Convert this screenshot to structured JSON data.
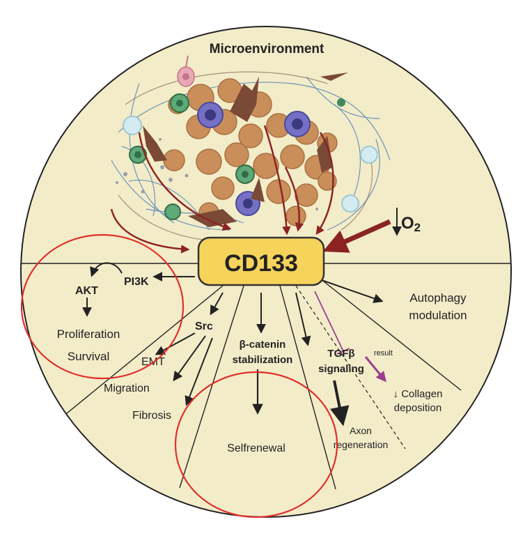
{
  "diagram": {
    "title": "Microenvironment",
    "center": "CD133",
    "oxygen": {
      "symbol": "O",
      "subscript": "2"
    },
    "labels": {
      "pi3k": "PI3K",
      "akt": "AKT",
      "proliferation": "Proliferation",
      "survival": "Survival",
      "src": "Src",
      "emt": "EMT",
      "migration": "Migration",
      "fibrosis": "Fibrosis",
      "beta_catenin_1": "β-catenin",
      "beta_catenin_2": "stabilization",
      "selfrenewal": "Selfrenewal",
      "tgfb_1": "TGFβ",
      "tgfb_2": "signaling",
      "result": "result",
      "collagen_1": "↓ Collagen",
      "collagen_2": "deposition",
      "axon_1": "Axon",
      "axon_2": "regeneration",
      "autophagy_1": "Autophagy",
      "autophagy_2": "modulation"
    },
    "colors": {
      "circle_fill": "#f3ecc9",
      "center_fill": "#f6d35a",
      "dark_red_arrow": "#8b2323",
      "purple_arrow": "#9b3d8c",
      "highlight": "#e0302a",
      "tumor_cell": "#c98e5a",
      "immune_cell": "#5b5aa8",
      "green_cell": "#3f8a5c",
      "fiber": "#4a7fb5"
    }
  }
}
